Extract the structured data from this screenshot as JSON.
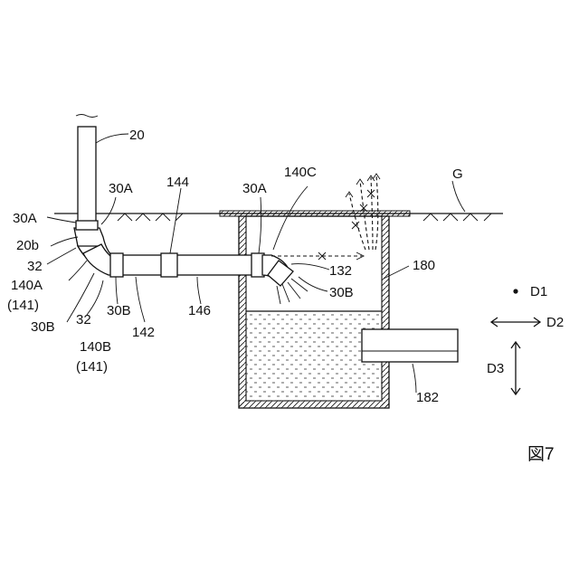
{
  "figure": {
    "label": "図7"
  },
  "labels": {
    "pipe_20": "20",
    "ground_g": "G",
    "socket_30a_left": "30A",
    "socket_30a_upper": "30A",
    "socket_30a_right": "30A",
    "label_144": "144",
    "label_140c": "140C",
    "label_20b": "20b",
    "label_32_upper": "32",
    "label_140a": "140A",
    "label_141_a": "(141)",
    "label_30b_left": "30B",
    "label_32_lower": "32",
    "label_30b_mid": "30B",
    "label_142": "142",
    "label_146": "146",
    "label_140b": "140B",
    "label_141_b": "(141)",
    "label_132": "132",
    "label_30b_right": "30B",
    "label_180": "180",
    "label_182": "182",
    "dir_d1": "D1",
    "dir_d2": "D2",
    "dir_d3": "D3"
  }
}
